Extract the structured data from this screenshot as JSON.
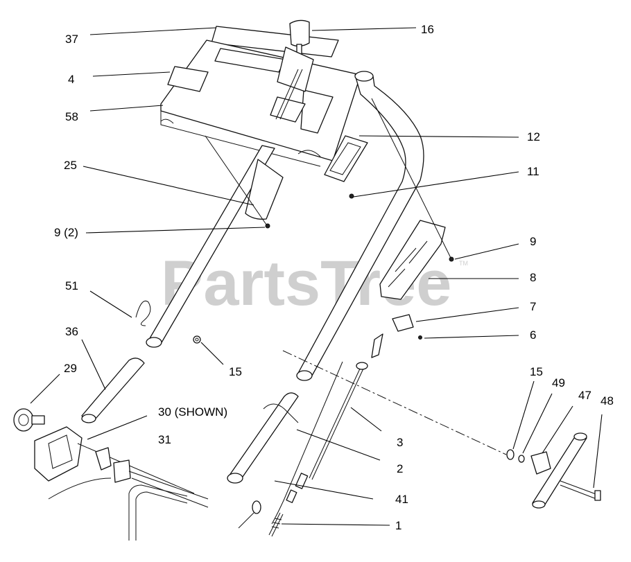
{
  "watermark": {
    "text": "PartsTree",
    "trademark": "TM"
  },
  "callouts": [
    {
      "id": "callout-37",
      "text": "37"
    },
    {
      "id": "callout-4",
      "text": "4"
    },
    {
      "id": "callout-58",
      "text": "58"
    },
    {
      "id": "callout-16",
      "text": "16"
    },
    {
      "id": "callout-12",
      "text": "12"
    },
    {
      "id": "callout-11",
      "text": "11"
    },
    {
      "id": "callout-25",
      "text": "25"
    },
    {
      "id": "callout-9-2",
      "text": "9 (2)"
    },
    {
      "id": "callout-9",
      "text": "9"
    },
    {
      "id": "callout-8",
      "text": "8"
    },
    {
      "id": "callout-7",
      "text": "7"
    },
    {
      "id": "callout-6",
      "text": "6"
    },
    {
      "id": "callout-51",
      "text": "51"
    },
    {
      "id": "callout-36",
      "text": "36"
    },
    {
      "id": "callout-15-left",
      "text": "15"
    },
    {
      "id": "callout-29",
      "text": "29"
    },
    {
      "id": "callout-30",
      "text": "30 (SHOWN)"
    },
    {
      "id": "callout-31",
      "text": "31"
    },
    {
      "id": "callout-3",
      "text": "3"
    },
    {
      "id": "callout-2",
      "text": "2"
    },
    {
      "id": "callout-41",
      "text": "41"
    },
    {
      "id": "callout-1",
      "text": "1"
    },
    {
      "id": "callout-15-right",
      "text": "15"
    },
    {
      "id": "callout-49",
      "text": "49"
    },
    {
      "id": "callout-47",
      "text": "47"
    },
    {
      "id": "callout-48",
      "text": "48"
    }
  ]
}
